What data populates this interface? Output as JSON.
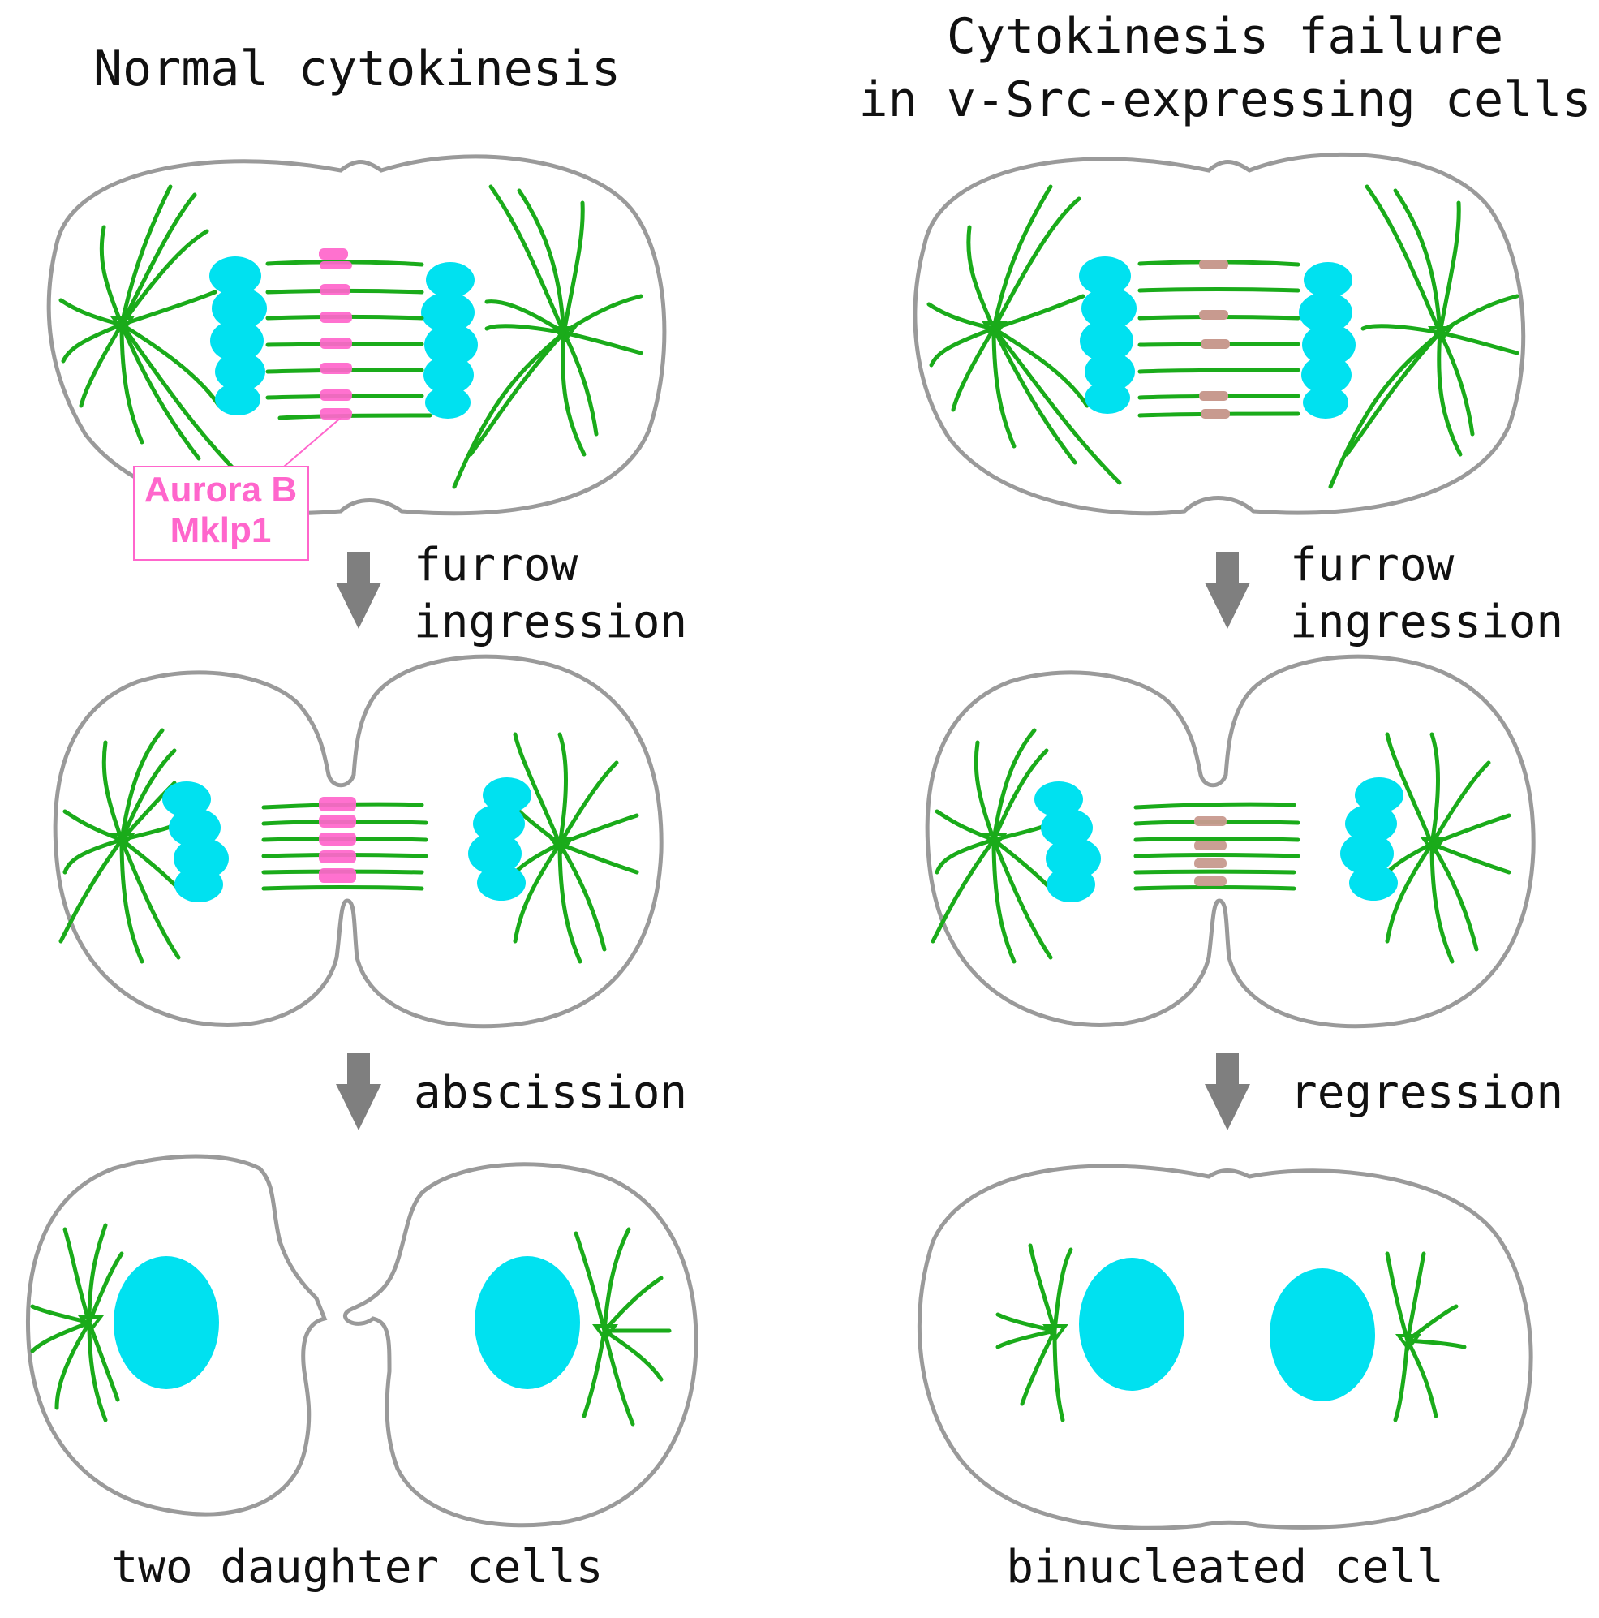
{
  "left_column": {
    "title": "Normal cytokinesis",
    "step1": [
      "furrow",
      "ingression"
    ],
    "step2": "abscission",
    "result": "two daughter cells",
    "callout": [
      "Aurora B",
      "Mklp1"
    ]
  },
  "right_column": {
    "title": [
      "Cytokinesis failure",
      "in v-Src-expressing cells"
    ],
    "step1": [
      "furrow",
      "ingression"
    ],
    "step2": "regression",
    "result": "binucleated cell"
  },
  "colors": {
    "microtubule": "#1aab1a",
    "chromatin": "#00e1f0",
    "midzone_normal": "#ff66cc",
    "midzone_failure": "#c89a8f",
    "membrane": "#9a9a9a",
    "arrow": "#7f7f7f"
  },
  "icons": [
    "down-arrow-icon"
  ]
}
